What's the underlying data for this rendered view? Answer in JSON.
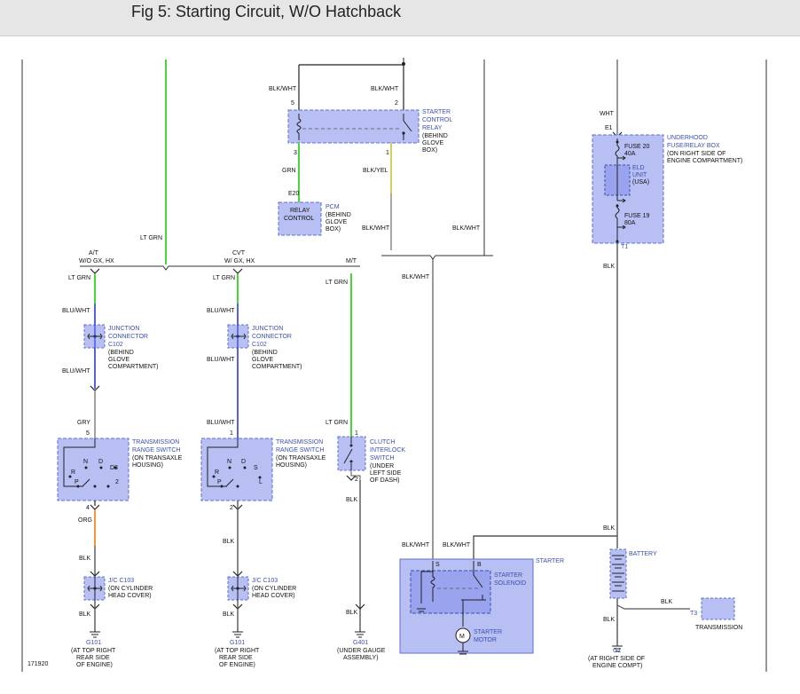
{
  "header": {
    "title": "Fig 5: Starting Circuit, W/O Hatchback"
  },
  "colors": {
    "box_fill": "#b8bff2",
    "box_border": "#5a6fd6",
    "green_wire": "#49d63c",
    "blue_wire": "#2b3bd9",
    "orange_wire": "#f08c22",
    "gray_wire": "#8a8a8a",
    "blue_label": "#3b4fb0"
  },
  "relay": {
    "wire_left_top": "BLK/WHT",
    "wire_right_top": "BLK/WHT",
    "pin5": "5",
    "pin2": "2",
    "pin3": "3",
    "pin1": "1",
    "name": [
      "STARTER",
      "CONTROL",
      "RELAY"
    ],
    "loc": [
      "(BEHIND",
      "GLOVE",
      "BOX)"
    ],
    "wire_left_bottom": "GRN",
    "wire_right_bottom": "BLK/YEL",
    "wire_right_lower": "BLK/WHT"
  },
  "pcm": {
    "pin": "E20",
    "box": [
      "RELAY",
      "CONTROL"
    ],
    "name": "PCM",
    "loc": [
      "(BEHIND",
      "GLOVE",
      "BOX)"
    ]
  },
  "bus": {
    "lt_grn": "LT GRN",
    "blk_wht_right": "BLK/WHT",
    "blk_wht_mid": "BLK/WHT"
  },
  "branches": [
    {
      "variant": [
        "A/T",
        "W/O GX, HX"
      ],
      "top_wire": "LT GRN",
      "mid_wire": "BLU/WHT",
      "jc_name": [
        "JUNCTION",
        "CONNECTOR",
        "C102"
      ],
      "jc_loc": [
        "(BEHIND",
        "GLOVE",
        "COMPARTMENT)"
      ],
      "lower_wire": "BLU/WHT",
      "tr_wire": "GRY",
      "tr_pin_top": "5",
      "tr_name": [
        "TRANSMISSION",
        "RANGE SWITCH"
      ],
      "tr_loc": [
        "(ON TRANSAXLE",
        "HOUSING)"
      ],
      "tr_letters": [
        "N",
        "D",
        "D3",
        "R",
        "P",
        "2"
      ],
      "tr_pin_bottom": "4",
      "out_wire": "ORG",
      "jc2_wire": "BLK",
      "jc2_name": "J/C C103",
      "jc2_loc": [
        "(ON CYLINDER",
        "HEAD COVER)"
      ],
      "ground_wire": "BLK",
      "ground": "G101",
      "ground_loc": [
        "(AT TOP RIGHT",
        "REAR SIDE",
        "OF ENGINE)"
      ]
    },
    {
      "variant": [
        "CVT",
        "W/ GX, HX"
      ],
      "top_wire": "LT GRN",
      "mid_wire": "BLU/WHT",
      "jc_name": [
        "JUNCTION",
        "CONNECTOR",
        "C102"
      ],
      "jc_loc": [
        "(BEHIND",
        "GLOVE",
        "COMPARTMENT)"
      ],
      "lower_wire": "BLU/WHT",
      "tr_wire": "BLU/WHT",
      "tr_pin_top": "1",
      "tr_name": [
        "TRANSMISSION",
        "RANGE SWITCH"
      ],
      "tr_loc": [
        "(ON TRANSAXLE",
        "HOUSING)"
      ],
      "tr_letters": [
        "N",
        "D",
        "S",
        "R",
        "P",
        "L"
      ],
      "tr_pin_bottom": "2",
      "out_wire": "BLK",
      "jc2_wire": "",
      "jc2_name": "J/C C103",
      "jc2_loc": [
        "(ON CYLINDER",
        "HEAD COVER)"
      ],
      "ground_wire": "BLK",
      "ground": "G101",
      "ground_loc": [
        "(AT TOP RIGHT",
        "REAR SIDE",
        "OF ENGINE)"
      ]
    }
  ],
  "clutch": {
    "variant": "M/T",
    "top_wire": "LT GRN",
    "wire": "LT GRN",
    "pin_top": "1",
    "pin_bottom": "2",
    "name": [
      "CLUTCH",
      "INTERLOCK",
      "SWITCH"
    ],
    "loc": [
      "(UNDER",
      "LEFT SIDE",
      "OF DASH)"
    ],
    "wire_down": "BLK",
    "wire_ground": "BLK",
    "ground": "G401",
    "ground_loc": [
      "(UNDER GAUGE",
      "ASSEMBLY)"
    ]
  },
  "fusebox": {
    "top_wire": "WHT",
    "pin": "E1",
    "fuse20": [
      "FUSE 20",
      "40A"
    ],
    "eld": [
      "ELD",
      "UNIT",
      "(USA)"
    ],
    "fuse19": [
      "FUSE 19",
      "80A"
    ],
    "name": [
      "UNDERHOOD",
      "FUSE/RELAY BOX"
    ],
    "loc": [
      "(ON RIGHT SIDE OF",
      "ENGINE COMPARTMENT)"
    ],
    "t1": "T1",
    "out_wire": "BLK"
  },
  "battery": {
    "name": "BATTERY",
    "top_wire": "BLK",
    "bottom_wire": "BLK",
    "side_wire": "BLK",
    "ground": "G1",
    "ground_loc": [
      "(AT RIGHT SIDE OF",
      "ENGINE COMPT)"
    ],
    "t3": "T3",
    "transmission": "TRANSMISSION"
  },
  "starter": {
    "label": "STARTER",
    "s_pin": "S",
    "b_pin": "B",
    "s_wire": "BLK/WHT",
    "b_wire": "BLK/WHT",
    "solenoid": [
      "STARTER",
      "SOLENOID"
    ],
    "motor_symbol": "M",
    "motor": [
      "STARTER",
      "MOTOR"
    ]
  },
  "figure_id": "171920"
}
